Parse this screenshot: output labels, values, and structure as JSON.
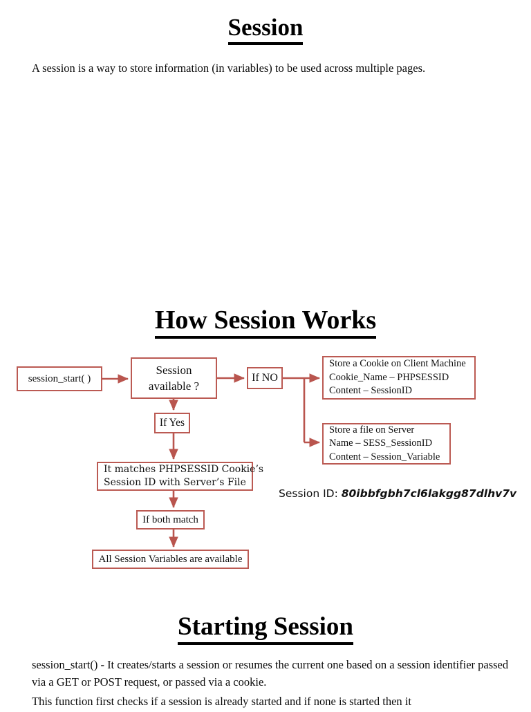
{
  "document": {
    "title": "Session",
    "intro": "A session is a way to store information (in variables) to be used across multiple pages."
  },
  "headings": {
    "session": "Session",
    "how_session_works": "How Session Works",
    "starting_session": "Starting Session"
  },
  "flowchart": {
    "session_start": "session_start( )",
    "session_available_line1": "Session",
    "session_available_line2": "available ?",
    "if_no": "If NO",
    "if_yes": "If Yes",
    "cookie_box": {
      "line1": "Store a Cookie on Client Machine",
      "line2": "Cookie_Name – PHPSESSID",
      "line3": "Content – SessionID"
    },
    "server_box": {
      "line1": "Store a file on Server",
      "line2": "Name – SESS_SessionID",
      "line3": "Content – Session_Variable"
    },
    "matches_box": {
      "line1": "It matches PHPSESSID Cookie’s",
      "line2": "Session ID with Server’s File"
    },
    "if_both_match": "If both match",
    "all_variables": "All Session Variables are available",
    "border_color": "#bb5a53",
    "arrow_color": "#b9554e"
  },
  "session_id": {
    "label": "Session ID: ",
    "value": "80ibbfgbh7cl6lakgg87dlhv7v"
  },
  "starting_session": {
    "paragraph1": "session_start() - It creates/starts a session or resumes the current one based on a session identifier passed via a GET or POST request, or passed via a cookie.",
    "paragraph2": "This function first checks if a session is already started and if none is started then it"
  }
}
